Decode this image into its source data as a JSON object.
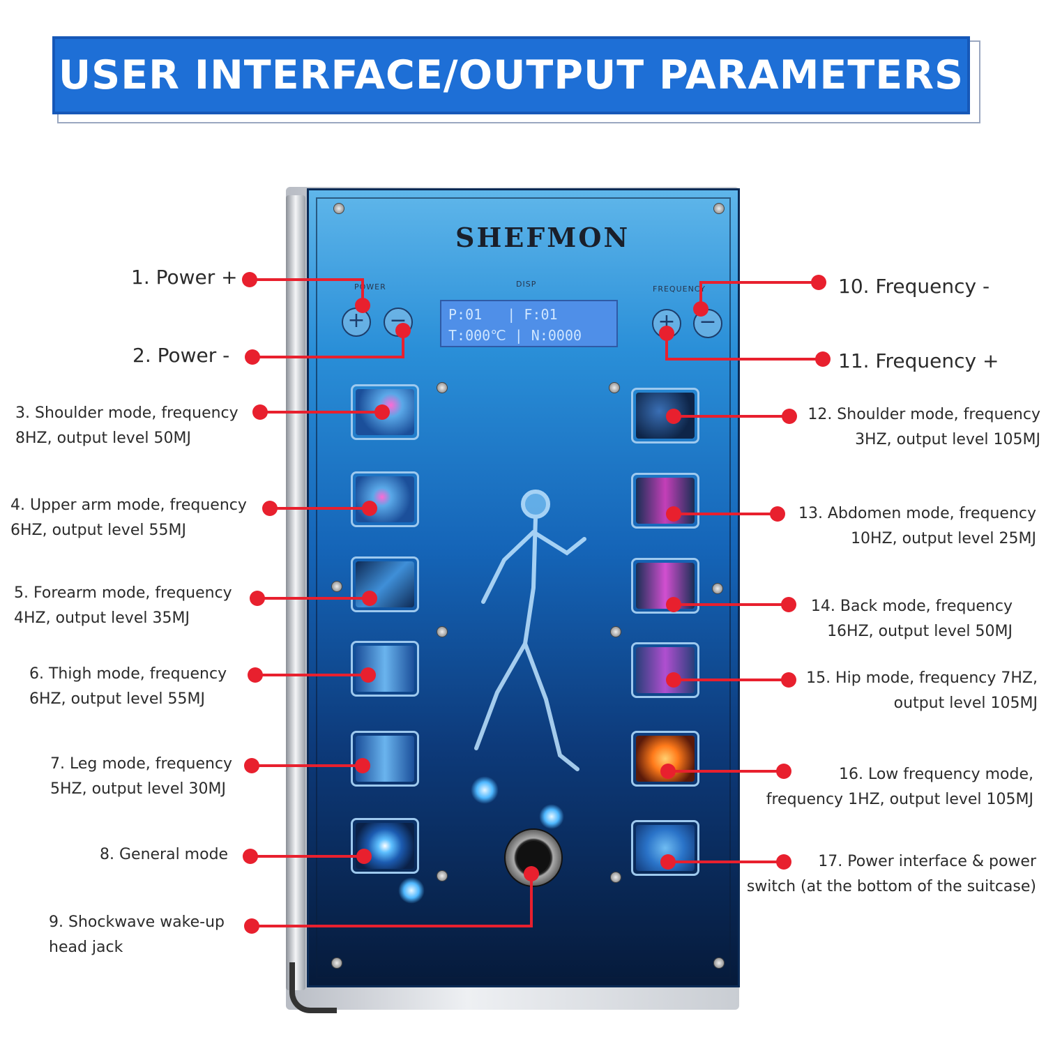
{
  "banner": {
    "title": "USER INTERFACE/OUTPUT PARAMETERS"
  },
  "device": {
    "brand": "SHEFMON",
    "labels": {
      "power": "POWER",
      "disp": "DISP",
      "frequency": "FREQUENCY"
    },
    "display": {
      "line1": "P:01   | F:01",
      "line2": "T:000℃ | N:0000"
    },
    "buttons": {
      "plus": "+",
      "minus": "−"
    }
  },
  "callouts": {
    "c1": {
      "line1": "1. Power +"
    },
    "c2": {
      "line1": "2. Power -"
    },
    "c3": {
      "line1": "3. Shoulder mode, frequency",
      "line2": "8HZ, output level 50MJ"
    },
    "c4": {
      "line1": "4. Upper arm mode, frequency",
      "line2": "6HZ, output level 55MJ"
    },
    "c5": {
      "line1": "5. Forearm mode, frequency",
      "line2": "4HZ, output level 35MJ"
    },
    "c6": {
      "line1": "6. Thigh mode, frequency",
      "line2": "6HZ, output level 55MJ"
    },
    "c7": {
      "line1": "7. Leg mode, frequency",
      "line2": "5HZ, output level 30MJ"
    },
    "c8": {
      "line1": "8. General mode"
    },
    "c9": {
      "line1": "9. Shockwave wake-up",
      "line2": "head jack"
    },
    "c10": {
      "line1": "10. Frequency -"
    },
    "c11": {
      "line1": "11. Frequency +"
    },
    "c12": {
      "line1": "12. Shoulder mode, frequency",
      "line2": "3HZ, output level 105MJ"
    },
    "c13": {
      "line1": "13. Abdomen mode, frequency",
      "line2": "10HZ, output level 25MJ"
    },
    "c14": {
      "line1": "14. Back mode, frequency",
      "line2": "16HZ, output level 50MJ"
    },
    "c15": {
      "line1": "15. Hip mode, frequency 7HZ,",
      "line2": "output level 105MJ"
    },
    "c16": {
      "line1": "16. Low frequency mode,",
      "line2": "frequency 1HZ, output level 105MJ"
    },
    "c17": {
      "line1": "17. Power interface & power",
      "line2": "switch (at the bottom of the suitcase)"
    }
  },
  "colors": {
    "banner": "#1e6fd6",
    "leader": "#e8202e",
    "panel_top": "#5fb6ea",
    "panel_bottom": "#061a3a"
  }
}
